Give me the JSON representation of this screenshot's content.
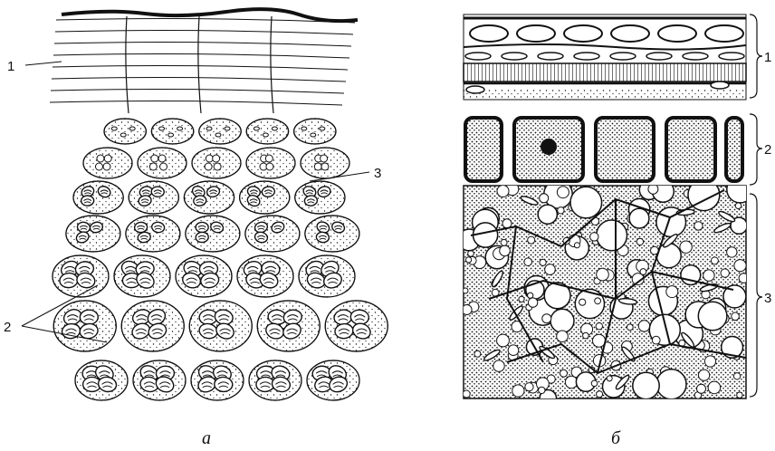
{
  "figure": {
    "panel_a": {
      "caption": "а",
      "labels": [
        "1",
        "2",
        "3"
      ]
    },
    "panel_b": {
      "caption": "б",
      "labels": [
        "1",
        "2",
        "3"
      ]
    }
  }
}
